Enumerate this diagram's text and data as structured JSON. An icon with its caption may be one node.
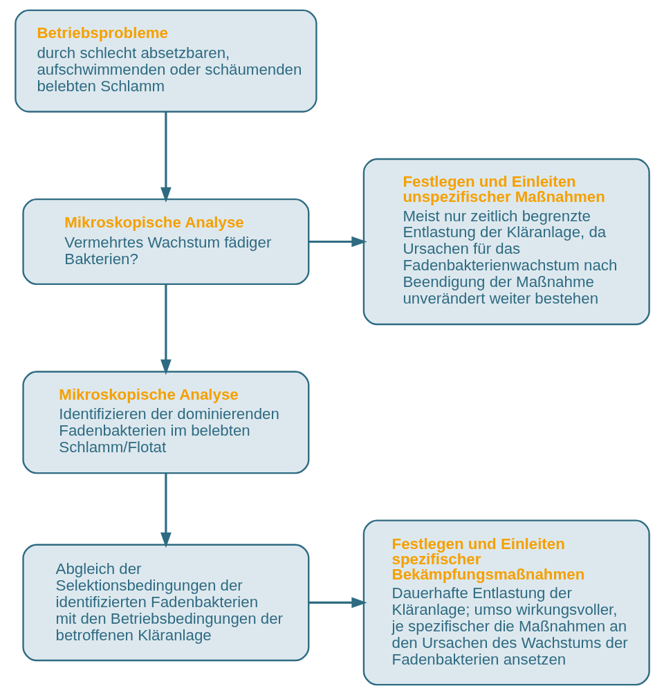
{
  "diagram": {
    "nodes": [
      {
        "text": [
          "Betriebsprobleme",
          "durch schlecht absetzbaren, aufschwimmenden oder schäumenden belebten Schlamm"
        ]
      },
      {
        "text": [
          "Mikroskopische Analyse",
          "Vermehrtes Wachstum fädiger Bakterien?"
        ]
      },
      {
        "text": [
          "Festlegen und Einleiten unspezifischer Maßnahmen",
          "Meist nur zeitlich begrenzte Entlastung der Kläranlage, da Ursachen für das Fadenbakterienwachstum nach Beendigung der Maßnahme unverändert weiter bestehen"
        ]
      },
      {
        "text": [
          "Mikroskopische Analyse",
          "Identifizieren der dominierenden Fadenbakterien im belebten Schlamm/Flotat"
        ]
      },
      {
        "text": [
          "Abgleich der Selektionsbedingungen der identifizierten Fadenbakterien mit den Betriebsbedingungen der betroffenen Kläranlage"
        ]
      },
      {
        "text": [
          "Festlegen und Einleiten spezifischer Bekämpfungsmaßnahmen",
          "Dauerhafte Entlastung der Kläranlage; umso wirkungsvoller, je spezifischer die Maßnahmen an den Ursachen des Wachstums der Fadenbakterien ansetzen"
        ]
      }
    ],
    "edges": [
      {
        "from": 0,
        "to": 1,
        "arrow": "to"
      },
      {
        "from": 1,
        "to": 2,
        "arrow": "to"
      },
      {
        "from": 1,
        "to": 3,
        "arrow": "to"
      },
      {
        "from": 3,
        "to": 4,
        "arrow": "to"
      },
      {
        "from": 4,
        "to": 5,
        "arrow": "to"
      }
    ]
  }
}
